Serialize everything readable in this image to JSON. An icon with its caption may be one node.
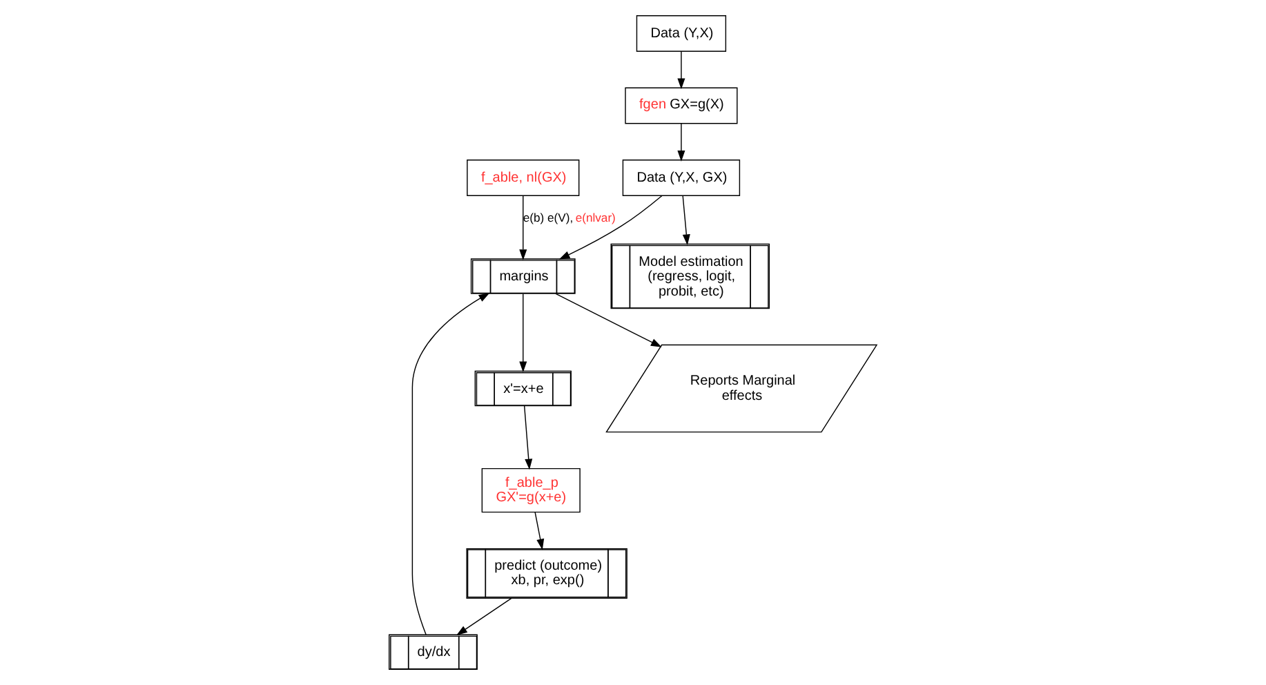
{
  "diagram": {
    "nodes": [
      {
        "text": [
          "Model estimation (regress, logit, probit, etc)"
        ]
      },
      {
        "text": [
          "f_able, nl(GX)"
        ]
      },
      {
        "text": [
          "f_able_p GX'=g(x+e)"
        ]
      },
      {
        "text": [
          "x'=x+e"
        ]
      },
      {
        "text": [
          "predict (outcome) xb, pr, exp()"
        ]
      },
      {
        "text": [
          "dy/dx"
        ]
      },
      {
        "text": [
          "margins"
        ]
      },
      {
        "text": [
          "Data (Y,X, GX)"
        ]
      },
      {
        "text": [
          "fgen GX=g(X)"
        ]
      },
      {
        "text": [
          "Reports Marginal effects"
        ]
      },
      {
        "text": [
          "Data (Y,X)"
        ]
      }
    ],
    "edges": [
      {
        "from": 1,
        "to": 6,
        "arrow": "to",
        "label": "e(b) e(V), e(nlvar)"
      },
      {
        "from": 6,
        "to": 3,
        "arrow": "to"
      },
      {
        "from": 3,
        "to": 2,
        "arrow": "to"
      },
      {
        "from": 2,
        "to": 4,
        "arrow": "to"
      },
      {
        "from": 4,
        "to": 5,
        "arrow": "to"
      },
      {
        "from": 5,
        "to": 6,
        "arrow": "to"
      },
      {
        "from": 7,
        "to": 0,
        "arrow": "to"
      },
      {
        "from": 7,
        "to": 6,
        "arrow": "to"
      },
      {
        "from": 10,
        "to": 8,
        "arrow": "to"
      },
      {
        "from": 8,
        "to": 7,
        "arrow": "to"
      },
      {
        "from": 6,
        "to": 9,
        "arrow": "to"
      }
    ]
  }
}
